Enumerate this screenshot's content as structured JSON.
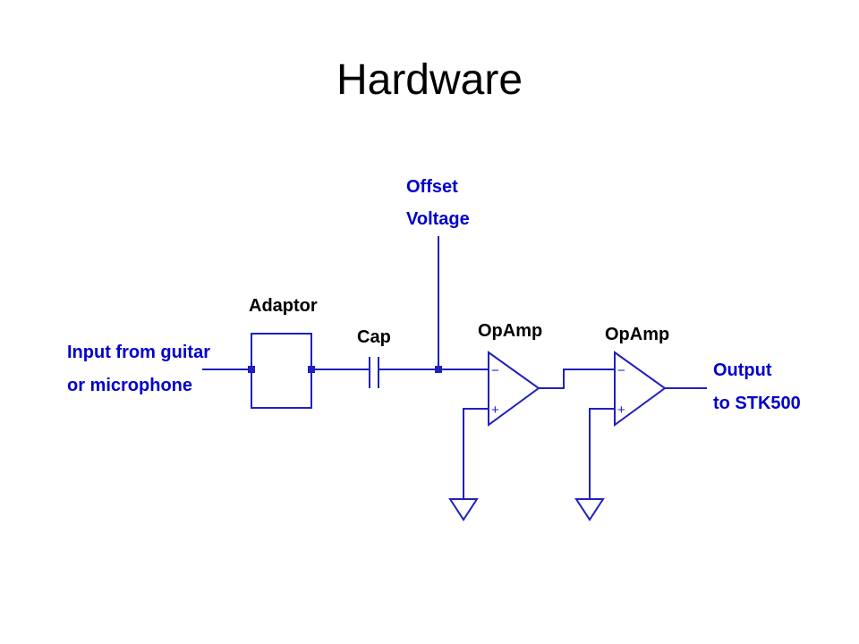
{
  "slide": {
    "title": "Hardware"
  },
  "labels": {
    "input_line1": "Input from guitar",
    "input_line2": "or microphone",
    "adaptor": "Adaptor",
    "cap": "Cap",
    "offset_line1": "Offset",
    "offset_line2": "Voltage",
    "opamp1": "OpAmp",
    "opamp2": "OpAmp",
    "output_line1": "Output",
    "output_line2": "to STK500"
  },
  "opamp_signs": {
    "minus": "−",
    "plus": "+"
  },
  "colors": {
    "wire": "#2020c0",
    "label": "#0000cc",
    "title": "#000000"
  }
}
